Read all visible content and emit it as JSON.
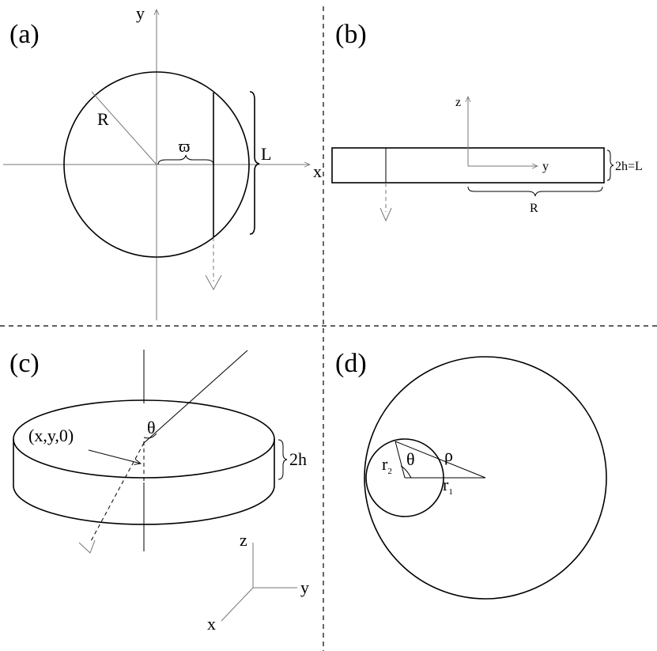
{
  "panels": {
    "a": {
      "tag": "(a)",
      "axis_x": "x",
      "axis_y": "y",
      "radius": "R",
      "offset": "ϖ",
      "chord": "L"
    },
    "b": {
      "tag": "(b)",
      "axis_z": "z",
      "axis_y": "y",
      "thickness": "2h=L",
      "radius": "R"
    },
    "c": {
      "tag": "(c)",
      "point": "(x,y,0)",
      "angle": "θ",
      "thickness": "2h",
      "axis_z": "z",
      "axis_y": "y",
      "axis_x": "x"
    },
    "d": {
      "tag": "(d)",
      "r2": "r",
      "r2_sub": "2",
      "angle": "θ",
      "rho": "ρ",
      "r1": "r",
      "r1_sub": "1"
    }
  }
}
